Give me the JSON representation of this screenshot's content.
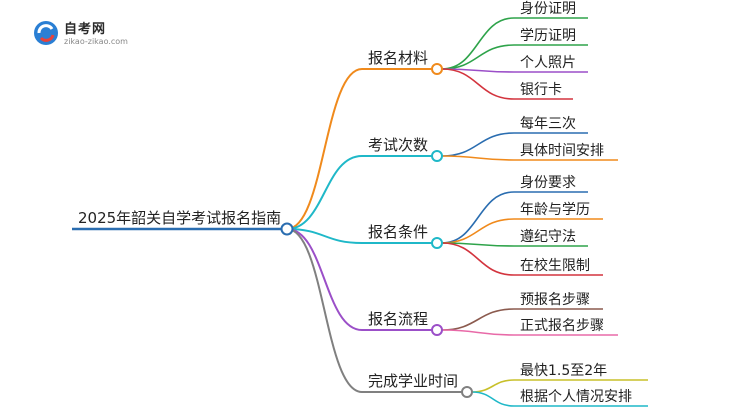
{
  "logo": {
    "title": "自考网",
    "url": "zikao-zikao.com"
  },
  "root": "2025年韶关自学考试报名指南",
  "branches": [
    {
      "label": "报名材料",
      "color": "#f08a1c",
      "children": [
        {
          "label": "身份证明",
          "color": "#2ea34a"
        },
        {
          "label": "学历证明",
          "color": "#2ea34a"
        },
        {
          "label": "个人照片",
          "color": "#9b4fc8"
        },
        {
          "label": "银行卡",
          "color": "#d3343e"
        }
      ]
    },
    {
      "label": "考试次数",
      "color": "#1fb8c8",
      "children": [
        {
          "label": "每年三次",
          "color": "#2a6db0"
        },
        {
          "label": "具体时间安排",
          "color": "#f08a1c"
        }
      ]
    },
    {
      "label": "报名条件",
      "color": "#1fb8c8",
      "children": [
        {
          "label": "身份要求",
          "color": "#2a6db0"
        },
        {
          "label": "年龄与学历",
          "color": "#f08a1c"
        },
        {
          "label": "遵纪守法",
          "color": "#2ea34a"
        },
        {
          "label": "在校生限制",
          "color": "#d3343e"
        }
      ]
    },
    {
      "label": "报名流程",
      "color": "#9b4fc8",
      "children": [
        {
          "label": "预报名步骤",
          "color": "#8b5a4e"
        },
        {
          "label": "正式报名步骤",
          "color": "#e86aa8"
        }
      ]
    },
    {
      "label": "完成学业时间",
      "color": "#808080",
      "children": [
        {
          "label": "最快1.5至2年",
          "color": "#c8c02a"
        },
        {
          "label": "根据个人情况安排",
          "color": "#1fb8c8"
        }
      ]
    }
  ]
}
